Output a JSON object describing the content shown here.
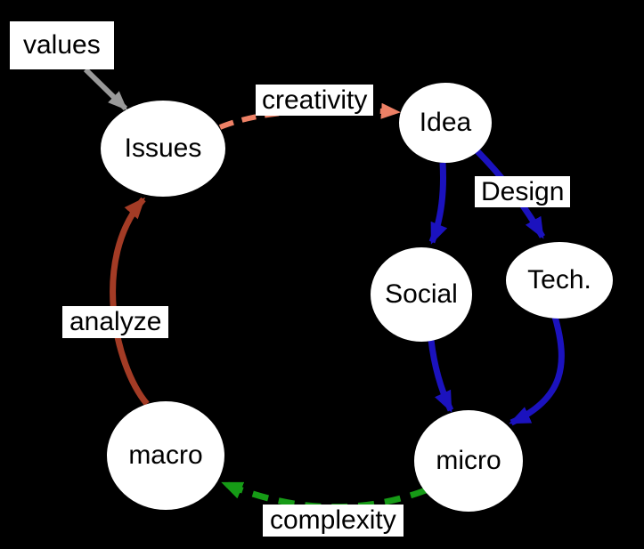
{
  "colors": {
    "background": "#000000",
    "node_fill": "#ffffff",
    "node_text": "#000000",
    "label_bg": "#ffffff",
    "label_text": "#000000",
    "values_arrow": "#999999",
    "creativity_arrow": "#EE8166",
    "design_arrow": "#1B12BE",
    "complexity_arrow": "#169B16",
    "analyze_arrow": "#A33B25"
  },
  "nodes": {
    "issues": {
      "label": "Issues"
    },
    "idea": {
      "label": "Idea"
    },
    "social": {
      "label": "Social"
    },
    "tech": {
      "label": "Tech."
    },
    "micro": {
      "label": "micro"
    },
    "macro": {
      "label": "macro"
    }
  },
  "edge_labels": {
    "values": "values",
    "creativity": "creativity",
    "design": "Design",
    "analyze": "analyze",
    "complexity": "complexity"
  },
  "edges": [
    {
      "from": "values",
      "to": "Issues",
      "label": "values",
      "style": "solid",
      "color": "#999999"
    },
    {
      "from": "Issues",
      "to": "Idea",
      "label": "creativity",
      "style": "dashed",
      "color": "#EE8166"
    },
    {
      "from": "Idea",
      "to": "Social",
      "label": "",
      "style": "solid",
      "color": "#1B12BE"
    },
    {
      "from": "Idea",
      "to": "Tech.",
      "label": "Design",
      "style": "solid",
      "color": "#1B12BE"
    },
    {
      "from": "Social",
      "to": "micro",
      "label": "",
      "style": "solid",
      "color": "#1B12BE"
    },
    {
      "from": "Tech.",
      "to": "micro",
      "label": "",
      "style": "solid",
      "color": "#1B12BE"
    },
    {
      "from": "micro",
      "to": "macro",
      "label": "complexity",
      "style": "dashed",
      "color": "#169B16"
    },
    {
      "from": "macro",
      "to": "Issues",
      "label": "analyze",
      "style": "solid",
      "color": "#A33B25"
    }
  ]
}
